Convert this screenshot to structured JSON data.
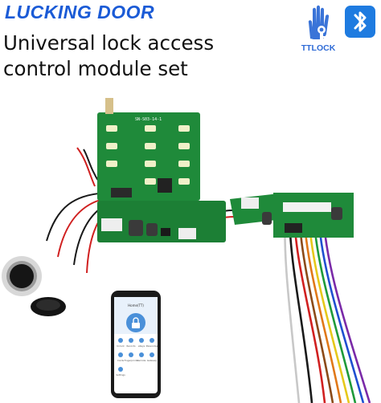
{
  "header": {
    "brand": "LUCKING DOOR",
    "headline_line1": "Universal lock access",
    "headline_line2": "control module set"
  },
  "badges": {
    "ttlock_label": "TTLOCK",
    "ttlock_icon": "hand-key-icon",
    "bluetooth_icon": "bluetooth-icon"
  },
  "board": {
    "silkscreen": "SN-S03-14-1"
  },
  "phone": {
    "app_title": "Home(TT)",
    "icon_labels": [
      "Unlock",
      "Records",
      "eKeys",
      "Passcodes",
      "Cards",
      "Fingerprints",
      "Remote",
      "Gateway",
      "Settings"
    ]
  },
  "colors": {
    "brand": "#1b5bd6",
    "pcb_green": "#1f8a3a",
    "bluetooth": "#1e7be0"
  }
}
